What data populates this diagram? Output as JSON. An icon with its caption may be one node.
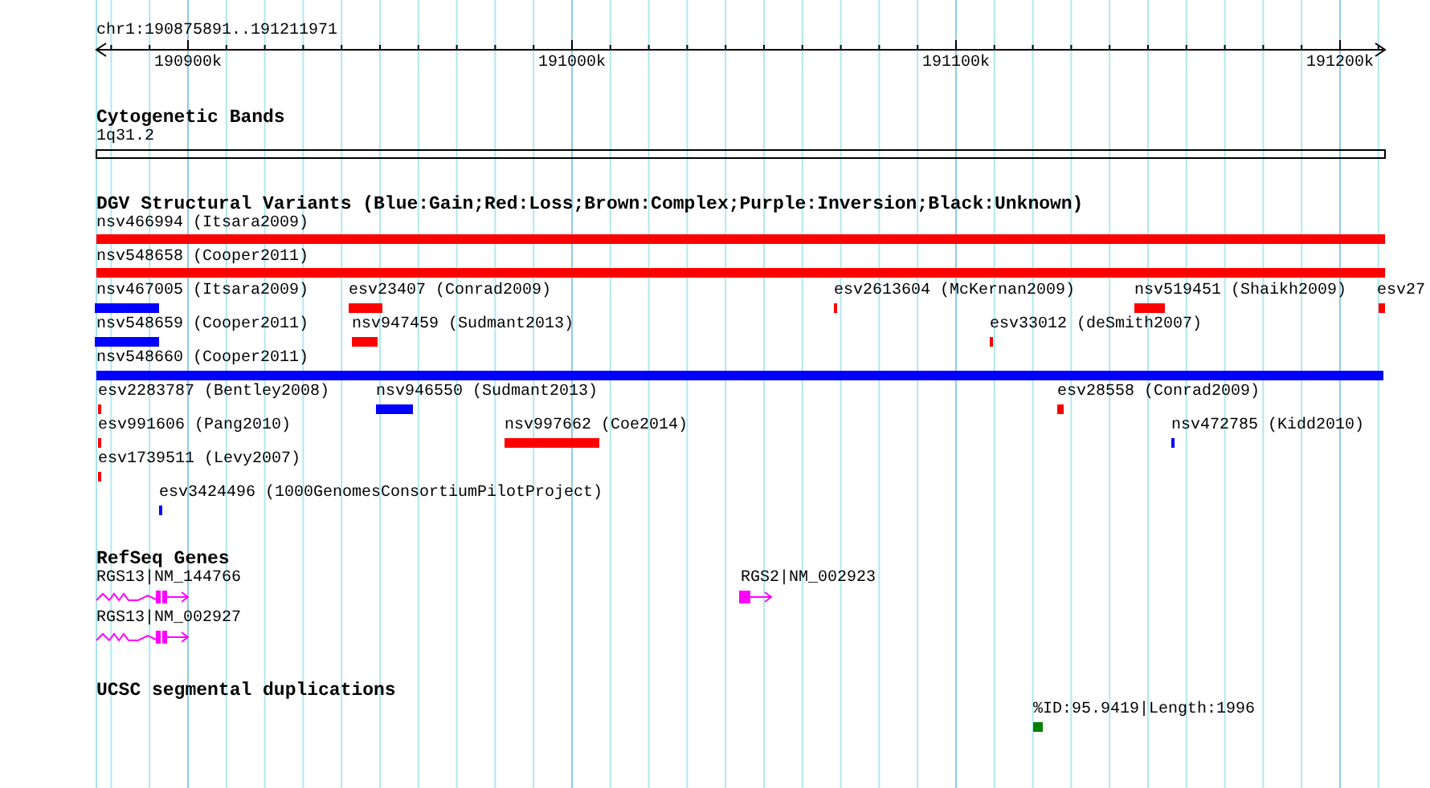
{
  "diagram": {
    "title": "chr1:190875891..191211971",
    "labels": [
      "190900k",
      "191000k",
      "191100k",
      "191200k",
      "Cytogenetic Bands",
      "1q31.2",
      "DGV Structural Variants (Blue:Gain;Red:Loss;Brown:Complex;Purple:Inversion;Black:Unknown)",
      "nsv466994 (Itsara2009)",
      "nsv548658 (Cooper2011)",
      "nsv467005 (Itsara2009)",
      "esv23407 (Conrad2009)",
      "esv2613604 (McKernan2009)",
      "nsv519451 (Shaikh2009)",
      "esv27",
      "nsv548659 (Cooper2011)",
      "nsv947459 (Sudmant2013)",
      "esv33012 (deSmith2007)",
      "nsv548660 (Cooper2011)",
      "esv2283787 (Bentley2008)",
      "nsv946550 (Sudmant2013)",
      "esv28558 (Conrad2009)",
      "esv991606 (Pang2010)",
      "nsv997662 (Coe2014)",
      "nsv472785 (Kidd2010)",
      "esv1739511 (Levy2007)",
      "esv3424496 (1000GenomesConsortiumPilotProject)",
      "RefSeq Genes",
      "RGS13|NM_144766",
      "RGS2|NM_002923",
      "RGS13|NM_002927",
      "UCSC segmental duplications",
      "%ID:95.9419|Length:1996"
    ]
  }
}
